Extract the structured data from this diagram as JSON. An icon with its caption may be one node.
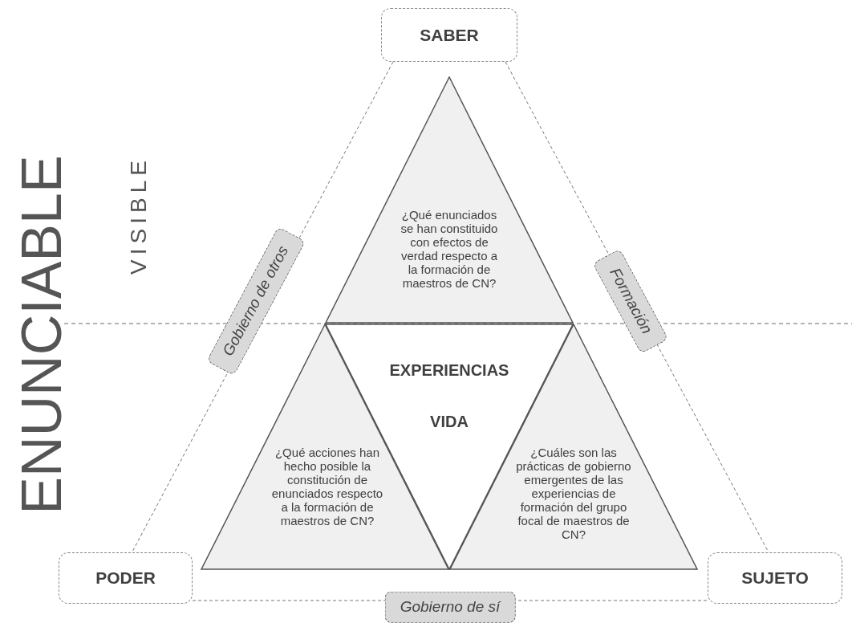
{
  "diagram": {
    "nodes": [
      {
        "text": [
          "SABER"
        ]
      },
      {
        "text": [
          "¿Qué enunciados se han constituido con efectos de verdad respecto a la formación de maestros de CN?"
        ]
      },
      {
        "text": [
          "EXPERIENCIAS",
          "VIDA"
        ]
      },
      {
        "text": [
          "¿Qué acciones han hecho posible la constitución de enunciados respecto a la formación de maestros de CN?"
        ]
      },
      {
        "text": [
          "¿Cuáles son las prácticas de gobierno emergentes de las experiencias de formación del grupo focal de maestros de CN?"
        ]
      },
      {
        "text": [
          "PODER"
        ]
      },
      {
        "text": [
          "SUJETO"
        ]
      }
    ],
    "edges": [
      {
        "from": 0,
        "to": 5,
        "arrow": "none",
        "label": "Gobierno de otros",
        "style": "dashed"
      },
      {
        "from": 0,
        "to": 6,
        "arrow": "none",
        "label": "Formación",
        "style": "dashed"
      },
      {
        "from": 5,
        "to": 6,
        "arrow": "none",
        "label": "Gobierno de sí",
        "style": "dashed"
      }
    ],
    "labels": [
      "ENUNCIABLE",
      "VISIBLE"
    ]
  }
}
